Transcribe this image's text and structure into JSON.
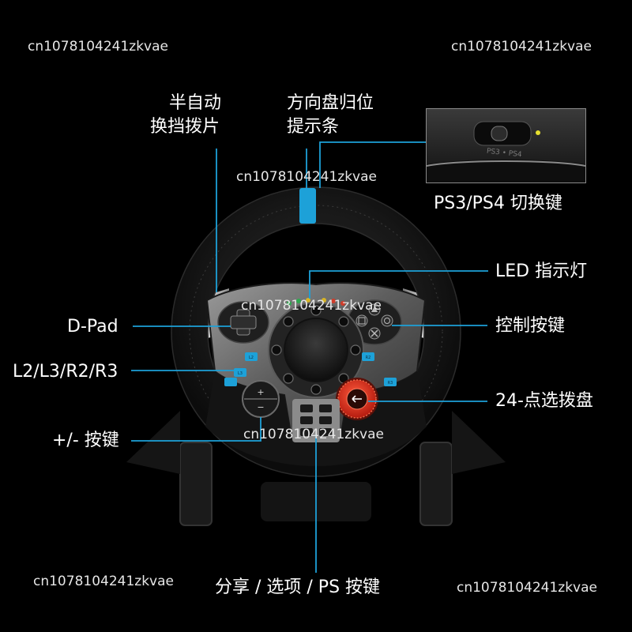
{
  "colors": {
    "accent": "#1da1d8",
    "background": "#000000",
    "text": "#ffffff",
    "dial": "#d92a1c"
  },
  "watermark": "cn1078104241zkvae",
  "labels": {
    "paddle_line1": "半自动",
    "paddle_line2": "换挡拨片",
    "center_line1": "方向盘归位",
    "center_line2": "提示条",
    "ps_switch": "PS3/PS4 切换键",
    "led": "LED 指示灯",
    "dpad": "D-Pad",
    "controls": "控制按键",
    "l2r3": "L2/L3/R2/R3",
    "dial": "24-点选拨盘",
    "plusminus": "+/- 按键",
    "share": "分享 / 选项 / PS 按键"
  },
  "inset": {
    "switch_text": "PS3 • PS4"
  },
  "wheel": {
    "plus": "+",
    "minus": "−",
    "l2": "L2",
    "r2": "R2",
    "l3": "L3",
    "r3": "R3"
  }
}
